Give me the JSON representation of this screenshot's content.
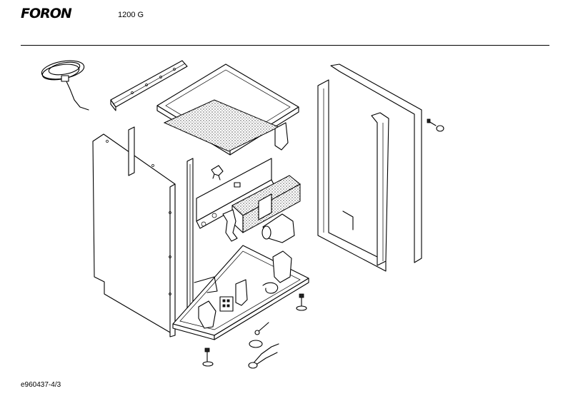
{
  "header": {
    "brand": "FORON",
    "model": "1200 G"
  },
  "footer": {
    "doc_ref": "e960437-4/3"
  }
}
